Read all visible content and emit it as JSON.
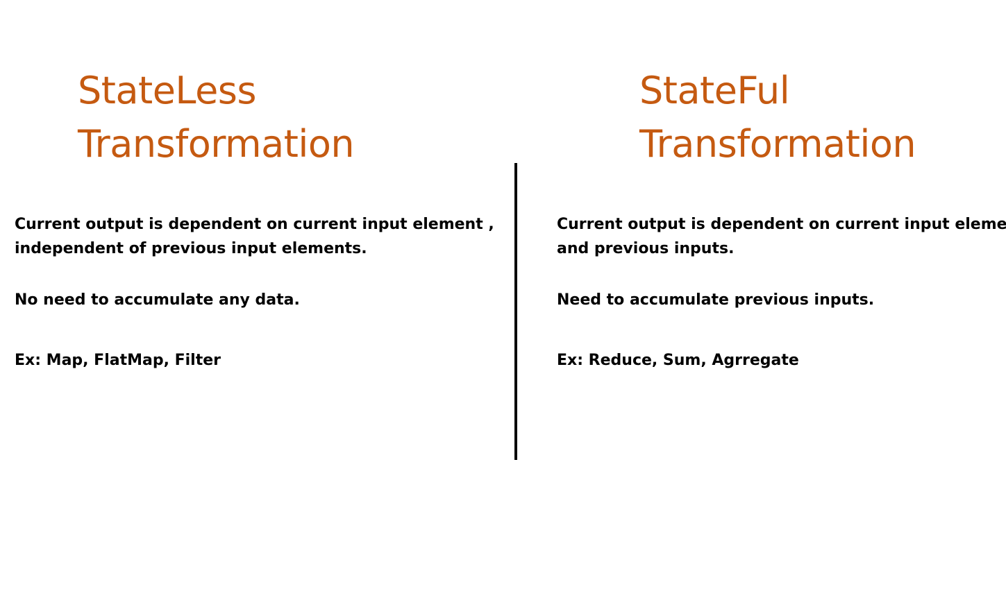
{
  "colors": {
    "title": "#C55A11",
    "divider": "#000000",
    "text": "#000000"
  },
  "stateless": {
    "title_line1": "StateLess",
    "title_line2": "Transformation",
    "desc_line1": "Current output is dependent on current input element ,",
    "desc_line2": "independent of previous input elements.",
    "accumulate": "No need to accumulate any data.",
    "examples": "Ex: Map, FlatMap, Filter"
  },
  "stateful": {
    "title_line1": "StateFul",
    "title_line2": "Transformation",
    "desc_line1": "Current output is dependent on current input element",
    "desc_line2": "and previous inputs.",
    "accumulate": "Need to accumulate previous inputs.",
    "examples": "Ex: Reduce, Sum, Agrregate"
  }
}
